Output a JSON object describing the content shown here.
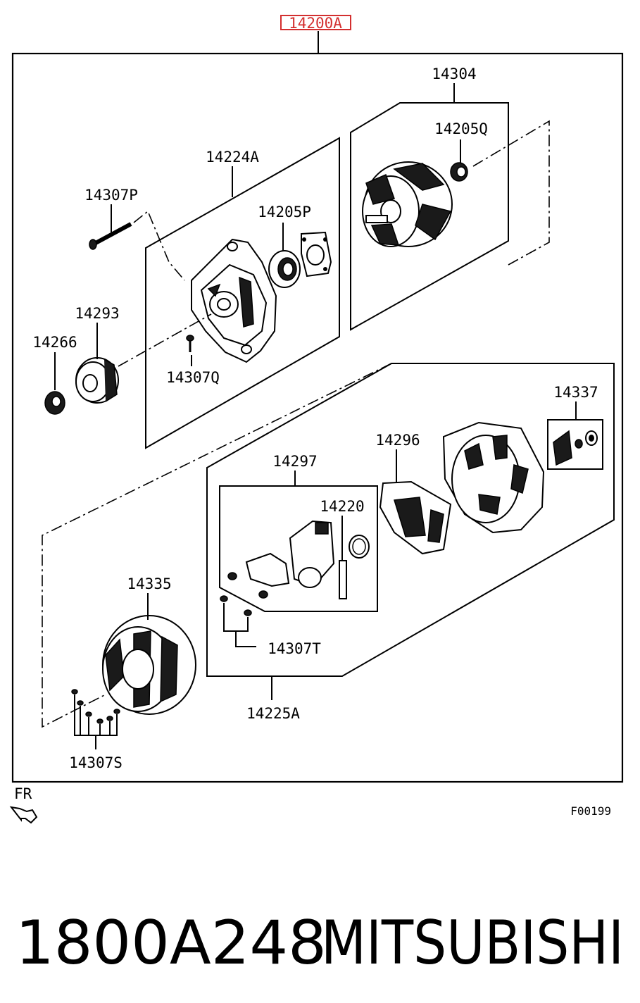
{
  "header": {
    "assembly_number": "14200A",
    "highlight_color": "#d32f2f"
  },
  "parts": {
    "p14304": "14304",
    "p14205Q": "14205Q",
    "p14224A": "14224A",
    "p14307P": "14307P",
    "p14205P": "14205P",
    "p14293": "14293",
    "p14266": "14266",
    "p14307Q": "14307Q",
    "p14337": "14337",
    "p14296": "14296",
    "p14297": "14297",
    "p14220": "14220",
    "p14335": "14335",
    "p14307T": "14307T",
    "p14225A": "14225A",
    "p14307S": "14307S"
  },
  "orientation": {
    "label": "FR",
    "icon": "arrow-down-left-icon"
  },
  "figure_code": "F00199",
  "footer": {
    "part_number": "1800A248",
    "brand": "MITSUBISHI"
  }
}
